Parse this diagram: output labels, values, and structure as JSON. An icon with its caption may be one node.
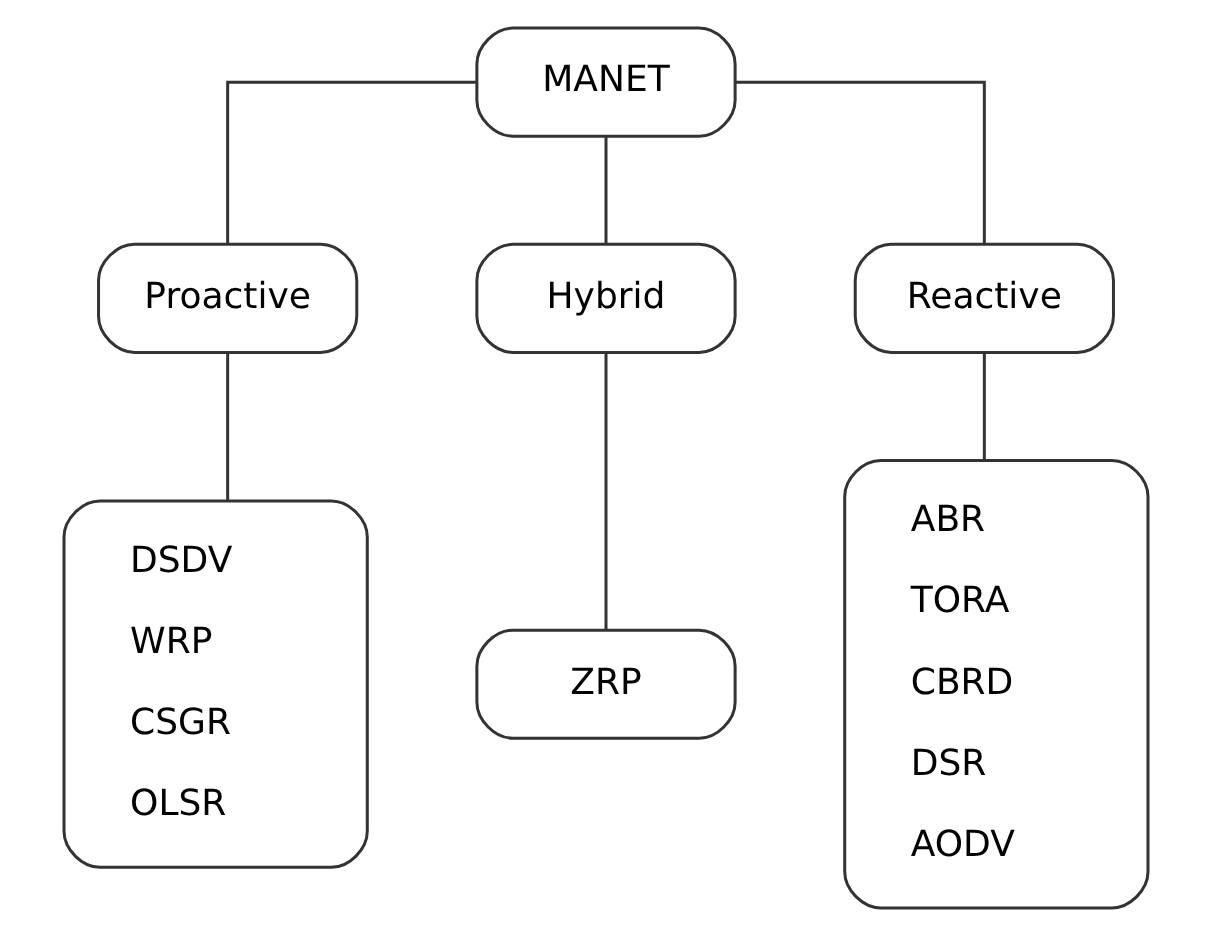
{
  "diagram": {
    "nodes": [
      {
        "text": [
          "MANET"
        ]
      },
      {
        "text": [
          "Proactive"
        ]
      },
      {
        "text": [
          "Hybrid"
        ]
      },
      {
        "text": [
          "Reactive"
        ]
      },
      {
        "text": [
          "DSDV",
          "WRP",
          "CSGR",
          "OLSR"
        ]
      },
      {
        "text": [
          "ZRP"
        ]
      },
      {
        "text": [
          "ABR",
          "TORA",
          "CBRD",
          "DSR",
          "AODV"
        ]
      }
    ],
    "edges": [
      {
        "from": 0,
        "to": 1,
        "arrow": "none"
      },
      {
        "from": 0,
        "to": 2,
        "arrow": "none"
      },
      {
        "from": 0,
        "to": 3,
        "arrow": "none"
      },
      {
        "from": 1,
        "to": 4,
        "arrow": "none"
      },
      {
        "from": 2,
        "to": 5,
        "arrow": "none"
      },
      {
        "from": 3,
        "to": 6,
        "arrow": "none"
      }
    ]
  }
}
